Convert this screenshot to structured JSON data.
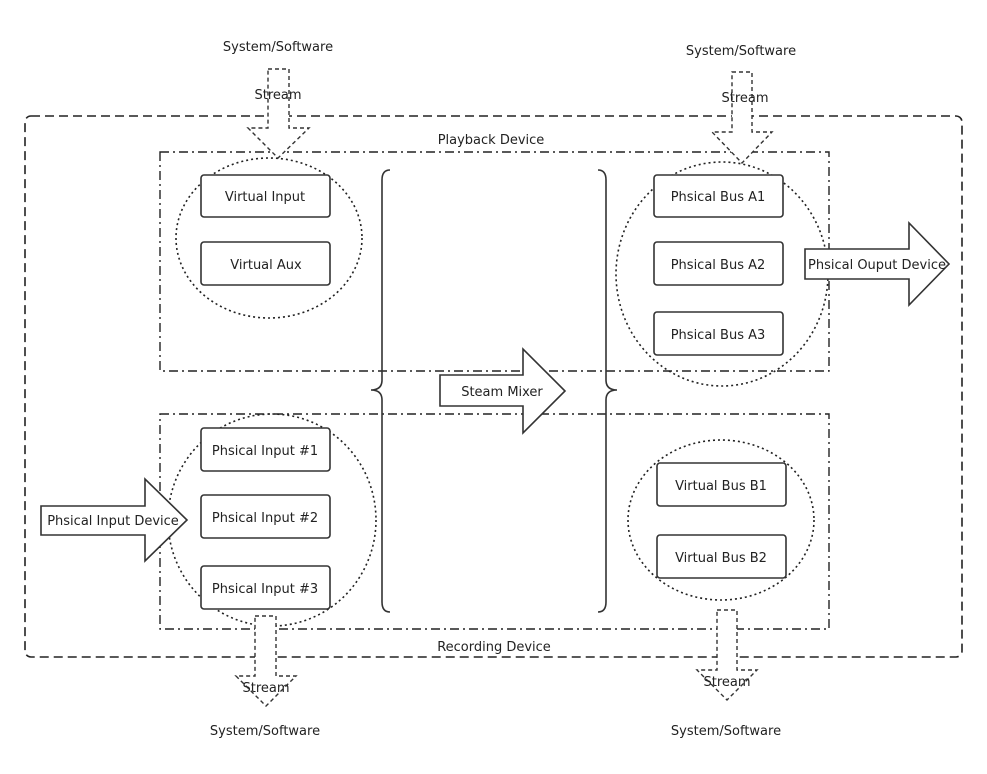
{
  "playback": {
    "label": "Playback Device",
    "inputs": [
      "Virtual Input",
      "Virtual Aux"
    ],
    "buses": [
      "Phsical Bus A1",
      "Phsical Bus A2",
      "Phsical Bus A3"
    ]
  },
  "recording": {
    "label": "Recording Device",
    "inputs": [
      "Phsical Input #1",
      "Phsical Input #2",
      "Phsical Input #3"
    ],
    "buses": [
      "Virtual Bus B1",
      "Virtual Bus B2"
    ]
  },
  "mixer": {
    "label": "Steam Mixer"
  },
  "input_device": {
    "label": "Phsical Input Device"
  },
  "output_device": {
    "label": "Phsical Ouput Device"
  },
  "streams": {
    "top_left": {
      "source": "System/Software",
      "stream": "Stream"
    },
    "top_right": {
      "source": "System/Software",
      "stream": "Stream"
    },
    "bottom_left": {
      "target": "System/Software",
      "stream": "Stream"
    },
    "bottom_right": {
      "target": "System/Software",
      "stream": "Stream"
    }
  }
}
